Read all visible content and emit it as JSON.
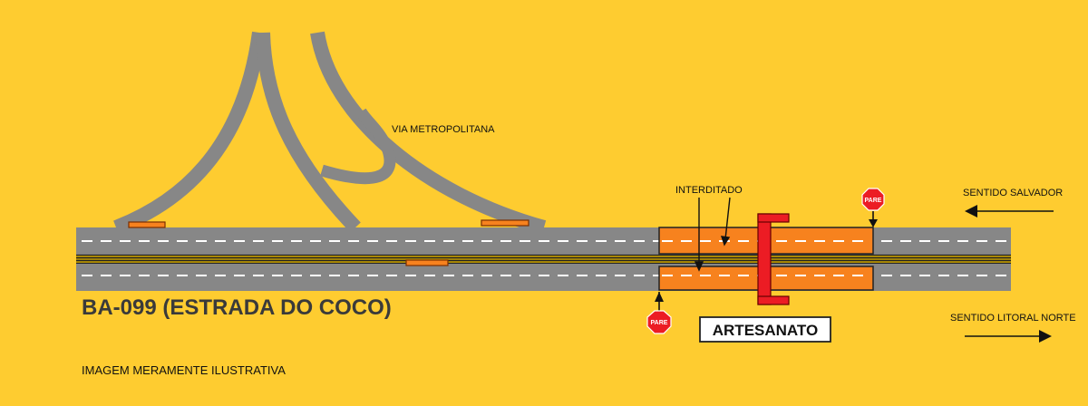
{
  "labels": {
    "via_metropolitana": "VIA METROPOLITANA",
    "interditado": "INTERDITADO",
    "sentido_salvador": "SENTIDO SALVADOR",
    "sentido_litoral_norte": "SENTIDO LITORAL NORTE",
    "road_name": "BA-099 (ESTRADA DO COCO)",
    "artesanato": "ARTESANATO",
    "disclaimer": "IMAGEM MERAMENTE ILUSTRATIVA"
  },
  "signs": {
    "stop_top": "PARE",
    "stop_bottom": "PARE"
  },
  "colors": {
    "background": "#fecc30",
    "asphalt": "#878787",
    "closure": "#f7821e",
    "barrier": "#ec1c24",
    "median": "#c8a000"
  }
}
